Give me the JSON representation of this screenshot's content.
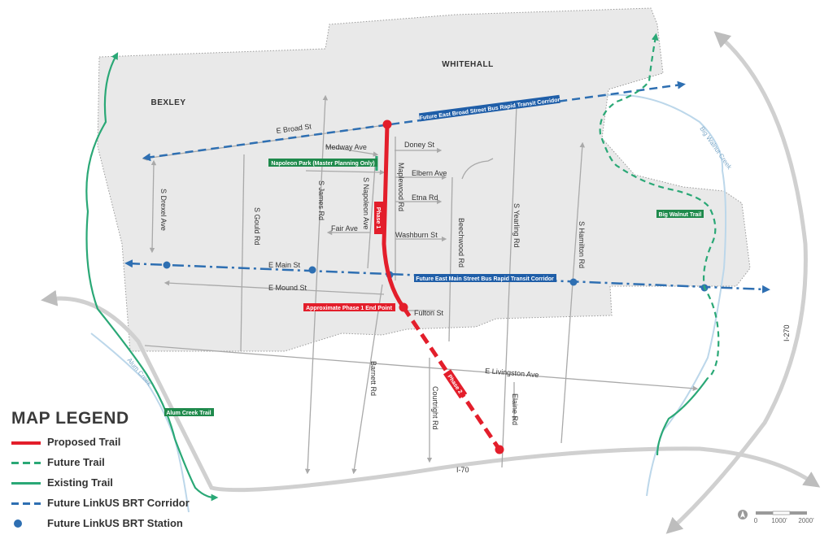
{
  "colors": {
    "proposed": "#e31e2b",
    "future_trail": "#2aa876",
    "existing": "#2aa876",
    "brt": "#2e6fb2",
    "road": "#a9a9a9",
    "highway": "#d0d0d0",
    "area_fill": "#e9e9e9",
    "creek": "#bcd7ea",
    "green_tag": "#1f8a4c",
    "blue_tag": "#1f5ea8"
  },
  "areas": {
    "whitehall": "WHITEHALL",
    "bexley": "BEXLEY"
  },
  "roads": {
    "e_broad": "E Broad St",
    "medway": "Medway Ave",
    "doney": "Doney St",
    "elbern": "Elbern Ave",
    "etna": "Etna Rd",
    "fair": "Fair Ave",
    "washburn": "Washburn St",
    "e_main": "E Main St",
    "e_mound": "E Mound St",
    "fulton": "Fulton St",
    "e_livingston": "E Livingston Ave",
    "s_drexel": "S Drexel Ave",
    "s_gould": "S Gould Rd",
    "s_james": "S James Rd",
    "s_napoleon": "S Napoleon Ave",
    "maplewood": "Maplewood Rd",
    "beechwood": "Beechwood Rd",
    "s_yearling": "S Yearling Rd",
    "s_hamilton": "S Hamilton Rd",
    "barnett": "Barnett Rd",
    "courtright": "Courtright Rd",
    "elaine": "Elaine Rd",
    "i70": "I-70",
    "i270": "I-270"
  },
  "creeks": {
    "alum": "Alum Creek",
    "big_walnut": "Big Walnut Creek"
  },
  "tags": {
    "broad_brt": "Future East Broad Street Bus Rapid Transit Corridor",
    "main_brt": "Future East Main Street Bus Rapid Transit Corridor",
    "napoleon_park": "Napoleon Park (Master Planning Only)",
    "phase1_end": "Approximate Phase 1 End Point",
    "big_walnut_trail": "Big Walnut Trail",
    "alum_creek_trail": "Alum Creek Trail",
    "phase1": "Phase 1",
    "phase2": "Phase 2"
  },
  "legend": {
    "title": "MAP LEGEND",
    "items": [
      {
        "label": "Proposed Trail"
      },
      {
        "label": "Future Trail"
      },
      {
        "label": "Existing Trail"
      },
      {
        "label": "Future LinkUS BRT Corridor"
      },
      {
        "label": "Future LinkUS BRT Station"
      }
    ]
  },
  "scale": {
    "labels": [
      "0",
      "1000'",
      "2000'"
    ]
  }
}
